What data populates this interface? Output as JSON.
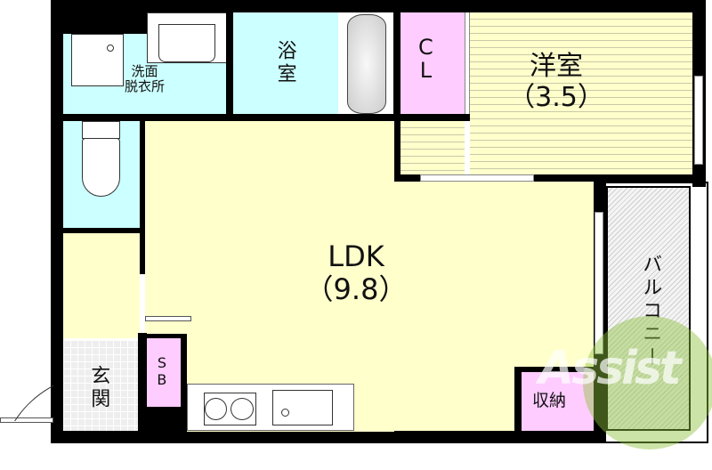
{
  "floorplan": {
    "rooms": {
      "washroom": {
        "label_line1": "洗面",
        "label_line2": "脱衣所"
      },
      "bathroom": {
        "label": "浴室"
      },
      "closet": {
        "label_line1": "C",
        "label_line2": "L"
      },
      "western_room": {
        "label": "洋室",
        "size": "（3.5）"
      },
      "ldk": {
        "label": "LDK",
        "size": "（9.8）"
      },
      "entrance": {
        "label": "玄関"
      },
      "shoe_box": {
        "label": "SB"
      },
      "storage": {
        "label": "収納"
      },
      "balcony": {
        "label": "バルコニー"
      }
    },
    "watermark": {
      "text": "Assist"
    },
    "colors": {
      "wall": "#000000",
      "wet_area": "#ccffff",
      "living": "#ffffcc",
      "storage": "#ffccff",
      "balcony": "#e6e6e6",
      "watermark": "#8fc23f"
    }
  }
}
